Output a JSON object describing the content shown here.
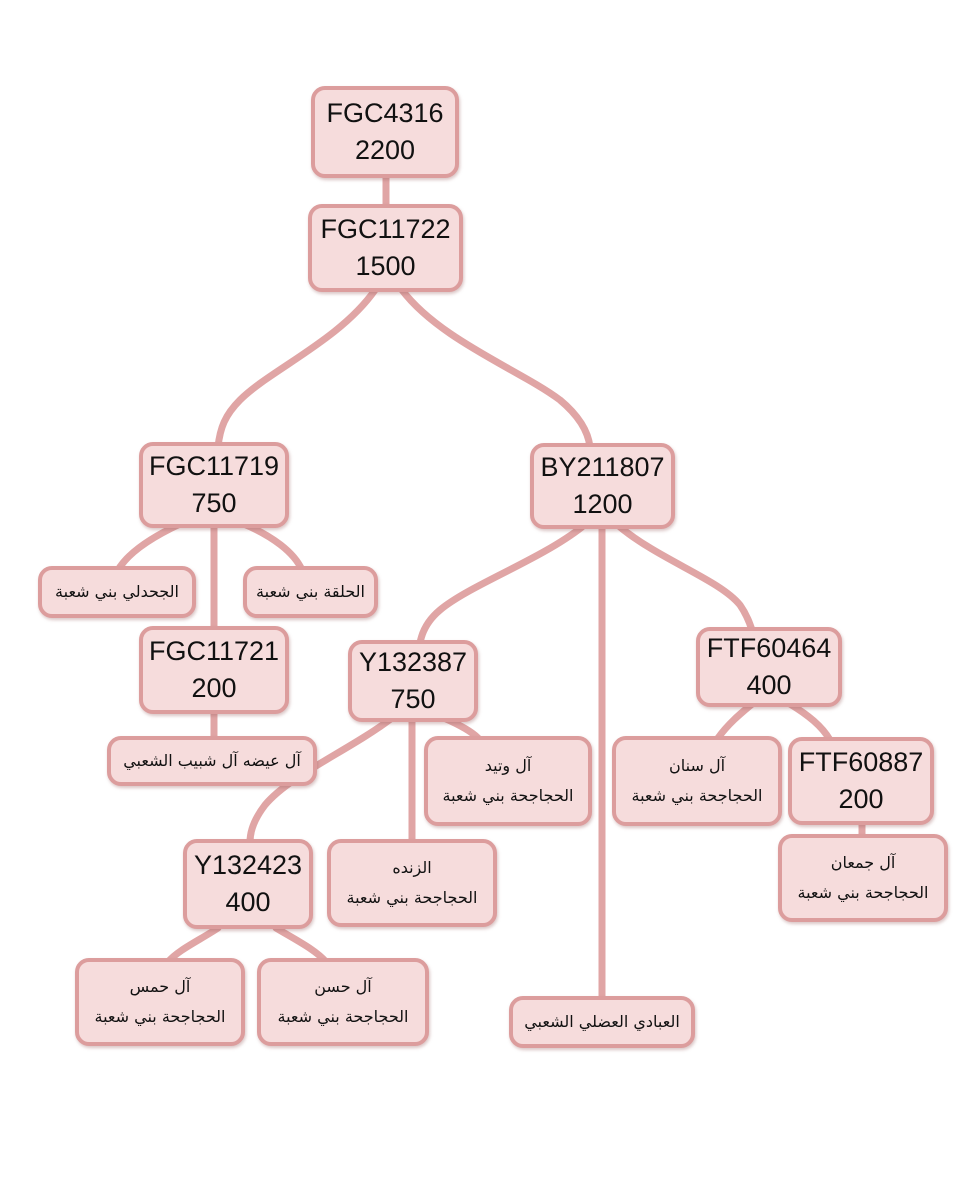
{
  "nodes": {
    "fgc4316": {
      "line1": "FGC4316",
      "line2": "2200"
    },
    "fgc11722": {
      "line1": "FGC11722",
      "line2": "1500"
    },
    "fgc11719": {
      "line1": "FGC11719",
      "line2": "750"
    },
    "by211807": {
      "line1": "BY211807",
      "line2": "1200"
    },
    "jahdali": {
      "line1": "الجحدلي بني شعبة"
    },
    "halaqa": {
      "line1": "الحلقة بني شعبة"
    },
    "fgc11721": {
      "line1": "FGC11721",
      "line2": "200"
    },
    "aidah": {
      "line1": "آل عيضه آل شبيب الشعبي"
    },
    "y132387": {
      "line1": "Y132387",
      "line2": "750"
    },
    "ftf60464": {
      "line1": "FTF60464",
      "line2": "400"
    },
    "watid": {
      "line1": "آل وتيد",
      "line2": "الحجاجحة بني شعبة"
    },
    "sinan": {
      "line1": "آل سنان",
      "line2": "الحجاجحة بني شعبة"
    },
    "ftf60887": {
      "line1": "FTF60887",
      "line2": "200"
    },
    "zindah": {
      "line1": "الزنده",
      "line2": "الحجاجحة بني شعبة"
    },
    "y132423": {
      "line1": "Y132423",
      "line2": "400"
    },
    "juman": {
      "line1": "آل جمعان",
      "line2": "الحجاجحة بني شعبة"
    },
    "hams": {
      "line1": "آل حمس",
      "line2": "الحجاجحة بني شعبة"
    },
    "hasan": {
      "line1": "آل حسن",
      "line2": "الحجاجحة بني شعبة"
    },
    "abbadi": {
      "line1": "العبادي العضلي الشعبي"
    }
  },
  "colors": {
    "box_fill": "#f6dcdc",
    "box_border": "#dc9d9d",
    "connector": "#e0a5a5"
  }
}
